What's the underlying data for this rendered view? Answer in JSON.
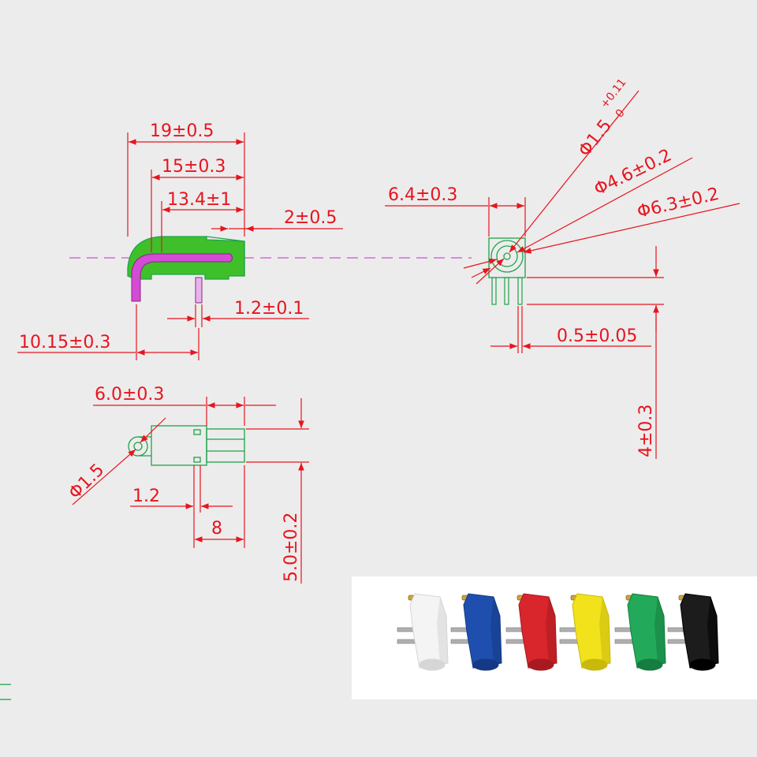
{
  "dimensions": {
    "d19": "19±0.5",
    "d15": "15±0.3",
    "d134": "13.4±1",
    "d2": "2±0.5",
    "d12": "1.2±0.1",
    "d1015": "10.15±0.3",
    "d64": "6.4±0.3",
    "phi15_main": "Φ1.5",
    "phi15_tol_upper": "+0.11",
    "phi15_tol_lower": "-0",
    "phi46": "Φ4.6±0.2",
    "phi63": "Φ6.3±0.2",
    "d05": "0.5±0.05",
    "d4": "4±0.3",
    "d60": "6.0±0.3",
    "phi15b": "Φ1.5",
    "d12b": "1.2",
    "d8": "8",
    "d50": "5.0±0.2"
  },
  "colors": {
    "dimension": "#e8141e",
    "outline": "#1fa34a",
    "fill_body": "#3fbf2a",
    "pin": "#d44bd4",
    "background": "#ececec"
  },
  "products": [
    {
      "color_name": "white",
      "body": "#f4f4f4",
      "shade": "#d6d6d6"
    },
    {
      "color_name": "blue",
      "body": "#1f4fae",
      "shade": "#143a85"
    },
    {
      "color_name": "red",
      "body": "#d8262c",
      "shade": "#a81a1f"
    },
    {
      "color_name": "yellow",
      "body": "#f2e21b",
      "shade": "#c9b90c"
    },
    {
      "color_name": "green",
      "body": "#23a95a",
      "shade": "#167d40"
    },
    {
      "color_name": "black",
      "body": "#1c1c1c",
      "shade": "#000000"
    }
  ]
}
